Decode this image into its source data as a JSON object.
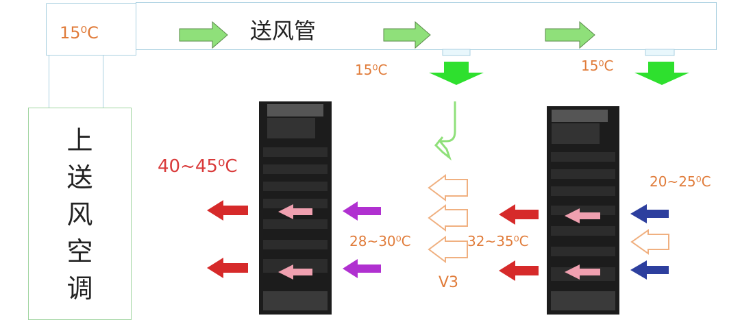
{
  "duct": {
    "label": "送风管"
  },
  "ac_unit": {
    "temp": "15⁰C",
    "chars": [
      "上",
      "送",
      "风",
      "空",
      "调"
    ]
  },
  "labels": {
    "outlet1_temp": "15⁰C",
    "outlet2_temp": "15⁰C",
    "hot_exhaust": "40~45⁰C",
    "mid_cold": "28~30⁰C",
    "mid_warm": "32~35⁰C",
    "right_intake": "20~25⁰C",
    "vent_tag": "V3"
  },
  "colors": {
    "duct_arrow": "#8fe07a",
    "outlet_arrow": "#2ee02e",
    "hot_arrow": "#d62a2a",
    "purple_arrow": "#b030d0",
    "blue_arrow": "#2d3f9e",
    "pink_arrow": "#f0a0b0",
    "hollow_arrow": "#f0b080"
  }
}
